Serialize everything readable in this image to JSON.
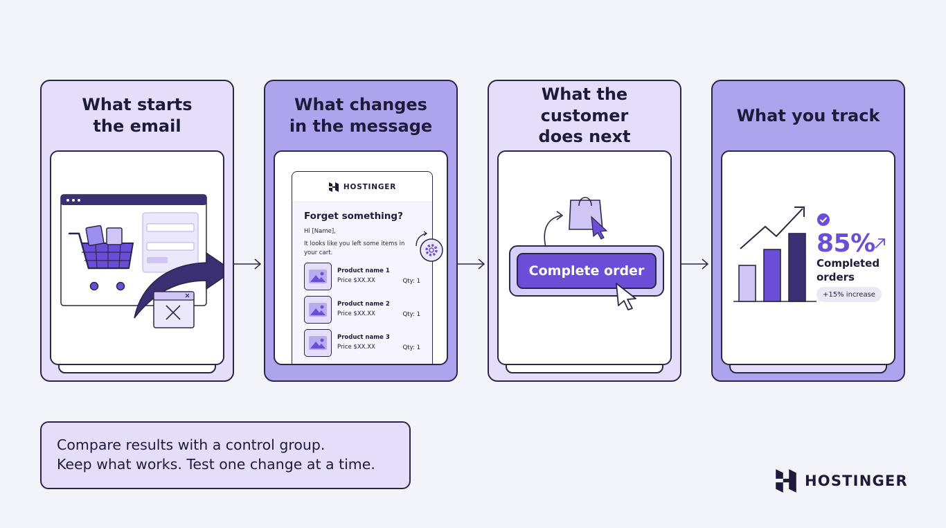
{
  "colors": {
    "background": "#f3f3fa",
    "card_light": "#e4defa",
    "card_dark": "#aea4ee",
    "accent": "#6a4ed8",
    "ink": "#1d1a3a"
  },
  "steps": [
    {
      "title": "What starts\nthe email",
      "illustration": "cart-checkout-abandon"
    },
    {
      "title": "What changes\nin the message",
      "illustration": "email-preview"
    },
    {
      "title": "What the customer\ndoes next",
      "illustration": "complete-order-button"
    },
    {
      "title": "What you track",
      "illustration": "growth-bar-chart"
    }
  ],
  "email_preview": {
    "brand": "HOSTINGER",
    "heading": "Forget something?",
    "greeting": "Hi [Name],",
    "body": "It looks like you left some items in your cart.",
    "products": [
      {
        "name": "Product name 1",
        "price": "Price $XX.XX",
        "qty": "Qty: 1"
      },
      {
        "name": "Product name 2",
        "price": "Price $XX.XX",
        "qty": "Qty: 1"
      },
      {
        "name": "Product name 3",
        "price": "Price $XX.XX",
        "qty": "Qty: 1"
      }
    ]
  },
  "cta": {
    "label": "Complete order"
  },
  "metric": {
    "value": "85%",
    "label": "Completed\norders",
    "change": "+15% increase",
    "bar_levels": [
      0.4,
      0.58,
      0.75
    ]
  },
  "note": {
    "line1": "Compare results with a control group.",
    "line2": "Keep what works. Test one change at a time."
  },
  "brand": {
    "name": "HOSTINGER"
  }
}
